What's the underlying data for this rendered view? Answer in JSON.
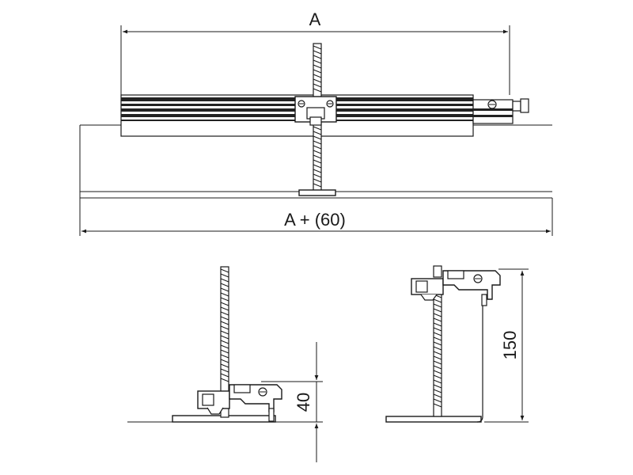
{
  "dimensions": {
    "top_width": "A",
    "bottom_width": "A + (60)",
    "left_height": "40",
    "right_height": "150"
  },
  "colors": {
    "line": "#1a1a1a",
    "rail_dark": "#222222",
    "background": "#ffffff"
  }
}
